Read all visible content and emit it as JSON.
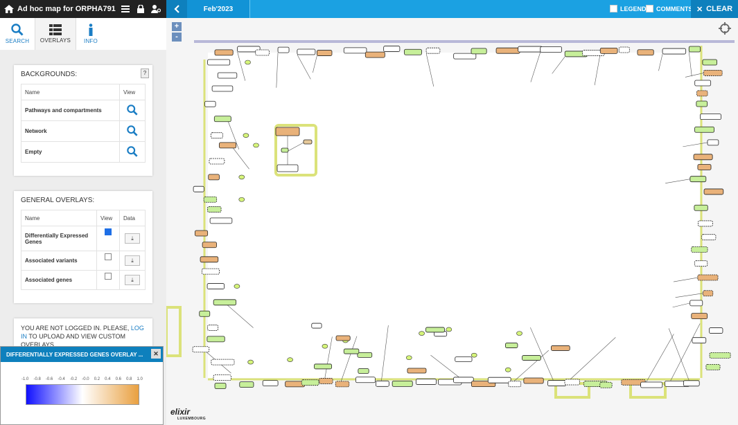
{
  "header": {
    "title": "Ad hoc map for ORPHA791",
    "version": "Feb'2023",
    "legend_label": "LEGEND",
    "comments_label": "COMMENTS",
    "clear_label": "CLEAR"
  },
  "tabs": [
    {
      "label": "SEARCH",
      "icon": "search-icon"
    },
    {
      "label": "OVERLAYS",
      "icon": "list-icon"
    },
    {
      "label": "INFO",
      "icon": "info-icon"
    }
  ],
  "backgrounds": {
    "heading": "BACKGROUNDS:",
    "help": "?",
    "col_name": "Name",
    "col_view": "View",
    "rows": [
      {
        "name": "Pathways and compartments"
      },
      {
        "name": "Network"
      },
      {
        "name": "Empty"
      }
    ]
  },
  "general_overlays": {
    "heading": "GENERAL OVERLAYS:",
    "col_name": "Name",
    "col_view": "View",
    "col_data": "Data",
    "rows": [
      {
        "name": "Differentially Expressed Genes",
        "checked": true
      },
      {
        "name": "Associated variants",
        "checked": false
      },
      {
        "name": "Associated genes",
        "checked": false
      }
    ]
  },
  "login": {
    "text_before": "YOU ARE NOT LOGGED IN. PLEASE, ",
    "link": "LOG IN",
    "text_after": " TO UPLOAD AND VIEW CUSTOM OVERLAYS."
  },
  "overlay_dialog": {
    "title": "DIFFERENTIALLY EXPRESSED GENES OVERLAY ...",
    "close": "✕",
    "ticks": [
      "-1.0",
      "-0.8",
      "-0.6",
      "-0.4",
      "-0.2",
      "-0.0",
      "0.2",
      "0.4",
      "0.6",
      "0.8",
      "1.0"
    ],
    "colors": {
      "low": "#1010ff",
      "mid": "#ffffff",
      "high": "#e9a040"
    }
  },
  "map": {
    "zoom_in": "+",
    "zoom_out": "-",
    "logo_main": "elixir",
    "logo_sub": "LUXEMBOURG"
  },
  "colors": {
    "header_dark": "#222222",
    "header_blue": "#1ba1e2",
    "accent": "#1a7dc4",
    "node_orange": "#e9b27a",
    "node_green": "#c7ef9a",
    "compartment": "#dbe27a"
  }
}
